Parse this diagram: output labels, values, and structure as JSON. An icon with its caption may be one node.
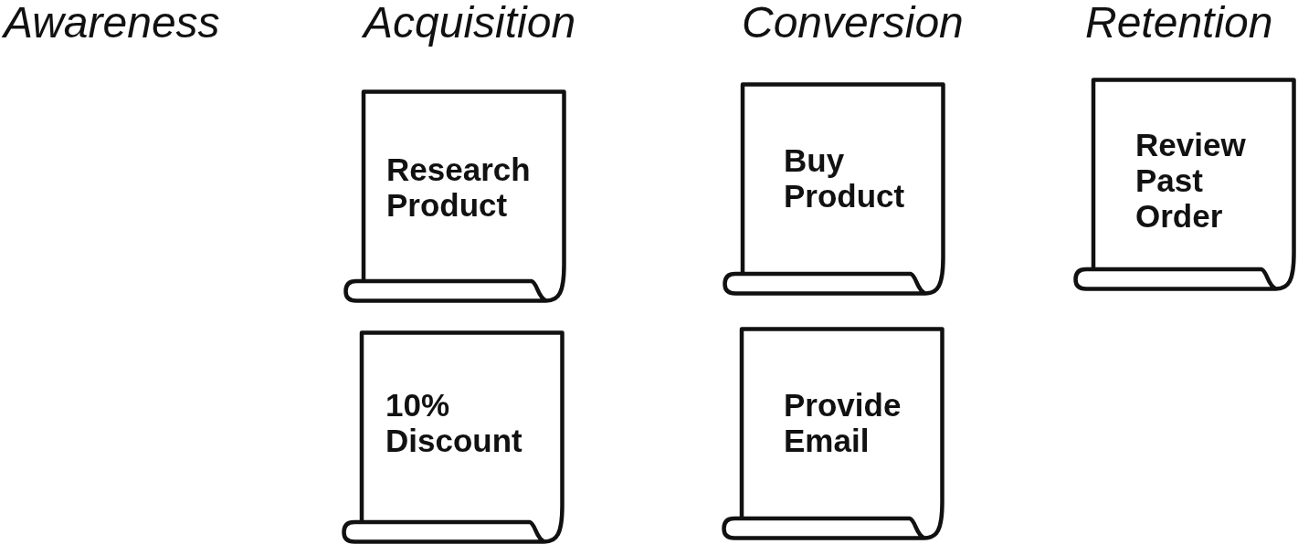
{
  "diagram": {
    "nodes": [
      {
        "text": [
          "Research Product"
        ]
      },
      {
        "text": [
          "Buy Product"
        ]
      },
      {
        "text": [
          "Review Past Order"
        ]
      },
      {
        "text": [
          "10% Discount"
        ]
      },
      {
        "text": [
          "Provide Email"
        ]
      }
    ],
    "labels": [
      "Awareness",
      "Acquisition",
      "Conversion",
      "Retention"
    ]
  }
}
